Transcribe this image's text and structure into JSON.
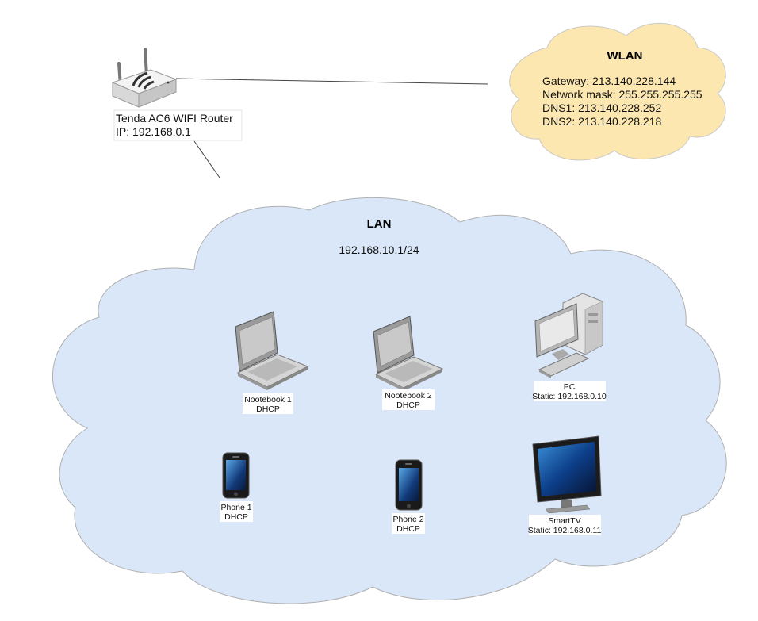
{
  "router": {
    "name": "Tenda AC6 WIFI Router",
    "ip": "IP: 192.168.0.1"
  },
  "wlan": {
    "title": "WLAN",
    "lines": [
      "Gateway: 213.140.228.144",
      "Network mask: 255.255.255.255",
      "DNS1: 213.140.228.252",
      "DNS2: 213.140.228.218"
    ],
    "fill_color": "#fde7b0"
  },
  "lan": {
    "title": "LAN",
    "subnet": "192.168.10.1/24",
    "fill_color": "#d9e7f8"
  },
  "devices": [
    {
      "name": "Nootebook 1",
      "addr": "DHCP",
      "icon": "laptop-icon"
    },
    {
      "name": "Nootebook 2",
      "addr": "DHCP",
      "icon": "laptop-icon"
    },
    {
      "name": "PC",
      "addr": "Static: 192.168.0.10",
      "icon": "desktop-pc-icon"
    },
    {
      "name": "Phone 1",
      "addr": "DHCP",
      "icon": "smartphone-icon"
    },
    {
      "name": "Phone 2",
      "addr": "DHCP",
      "icon": "smartphone-icon"
    },
    {
      "name": "SmartTV",
      "addr": "Static: 192.168.0.11",
      "icon": "tv-icon"
    }
  ]
}
